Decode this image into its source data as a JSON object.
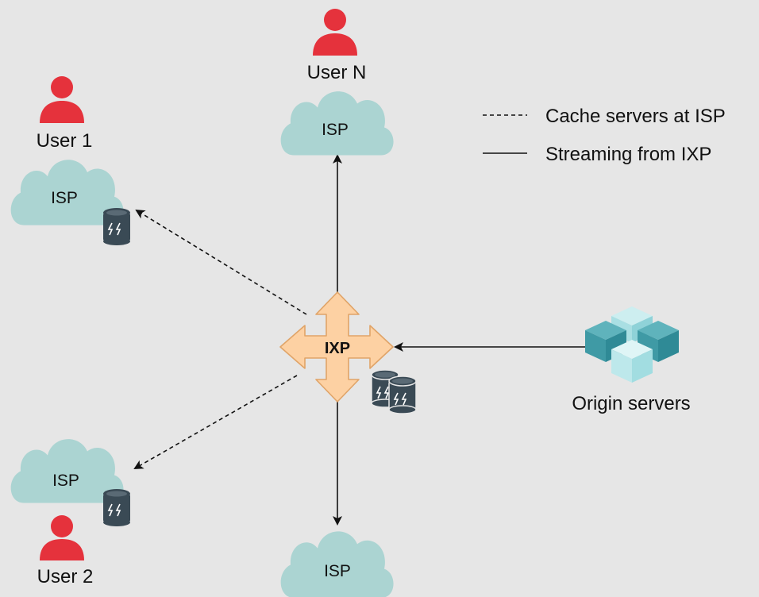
{
  "colors": {
    "background": "#e6e6e6",
    "cloud": "#abd4d2",
    "user": "#e5323c",
    "cache": "#3a4a55",
    "ixp_fill": "#fdd1a3",
    "ixp_stroke": "#e0a468",
    "origin_light": "#cdeef0",
    "origin_mid": "#5fb3bc",
    "origin_dark": "#2f8a96",
    "line": "#111111"
  },
  "legend": {
    "dashed_label": "Cache servers at ISP",
    "solid_label": "Streaming from IXP"
  },
  "nodes": {
    "ixp_label": "IXP",
    "isp_top_label": "ISP",
    "isp_left_label": "ISP",
    "isp_bottom_left_label": "ISP",
    "isp_bottom_label": "ISP",
    "user_n_label": "User N",
    "user_1_label": "User 1",
    "user_2_label": "User 2",
    "origin_label": "Origin servers"
  },
  "icons": {
    "user": "person-icon",
    "cache": "database-lightning-icon",
    "origin": "cubes-icon"
  }
}
